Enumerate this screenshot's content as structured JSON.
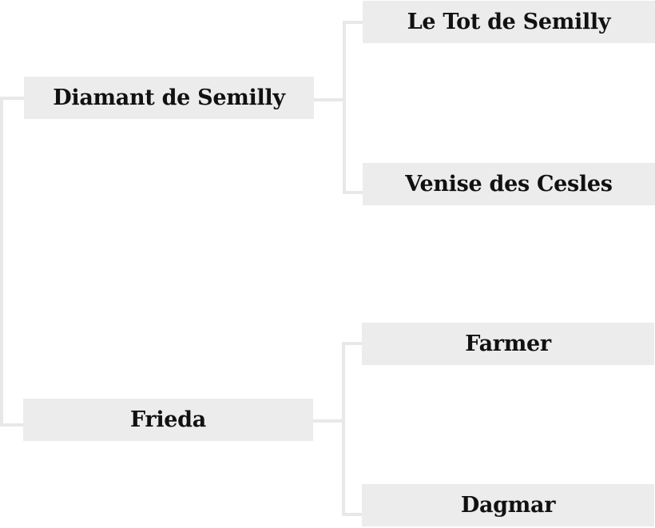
{
  "pedigree": {
    "sire": {
      "name": "Diamant de Semilly",
      "sire": {
        "name": "Le Tot de Semilly"
      },
      "dam": {
        "name": "Venise des Cesles"
      }
    },
    "dam": {
      "name": "Frieda",
      "sire": {
        "name": "Farmer"
      },
      "dam": {
        "name": "Dagmar"
      }
    }
  },
  "colors": {
    "node_background": "#ececec",
    "connector": "#e8e8e8",
    "text": "#111111"
  }
}
